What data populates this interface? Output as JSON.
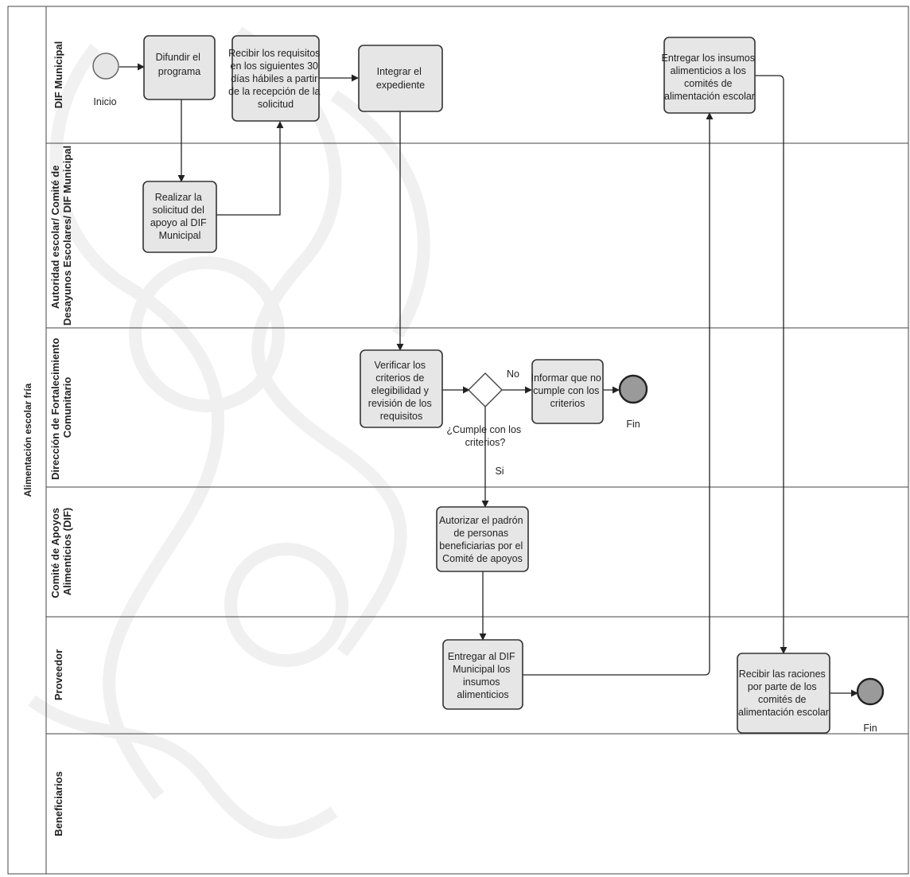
{
  "pool": {
    "label": "Alimentación escolar fría"
  },
  "lanes": [
    {
      "id": "dif",
      "label": "DIF Municipal"
    },
    {
      "id": "autoridad",
      "label": "Autoridad escolar/ Comité de Desayunos Escolares/ DIF Municipal"
    },
    {
      "id": "direccion",
      "label": "Dirección de Fortalecimiento Comunitario"
    },
    {
      "id": "comite",
      "label": "Comité de Apoyos Alimenticios (DIF)"
    },
    {
      "id": "proveedor",
      "label": "Proveedor"
    },
    {
      "id": "beneficiarios",
      "label": "Beneficiarios"
    }
  ],
  "tasks": {
    "difundir": "Difundir el programa",
    "recibir_requisitos": "Recibir los requisitos en los siguientes 30 días hábiles a partir de la recepción de la solicitud",
    "integrar": "Integrar el expediente",
    "entregar_insumos_comites": "Entregar los insumos alimenticios a los comités de alimentación escolar",
    "realizar_solicitud": "Realizar la solicitud del apoyo al DIF Municipal",
    "verificar": "Verificar los criterios de elegibilidad y revisión de los requisitos",
    "informar": "Informar que no cumple con los criterios",
    "autorizar": "Autorizar el padrón de personas beneficiarias por el Comité de apoyos",
    "entregar_dif": "Entregar al DIF Municipal los insumos alimenticios",
    "recibir_raciones": "Recibir las raciones por parte de los comités de alimentación escolar"
  },
  "events": {
    "start": "Inicio",
    "end1": "Fin",
    "end2": "Fin"
  },
  "gateway": {
    "question": "¿Cumple con los criterios?",
    "no": "No",
    "yes": "Si"
  }
}
